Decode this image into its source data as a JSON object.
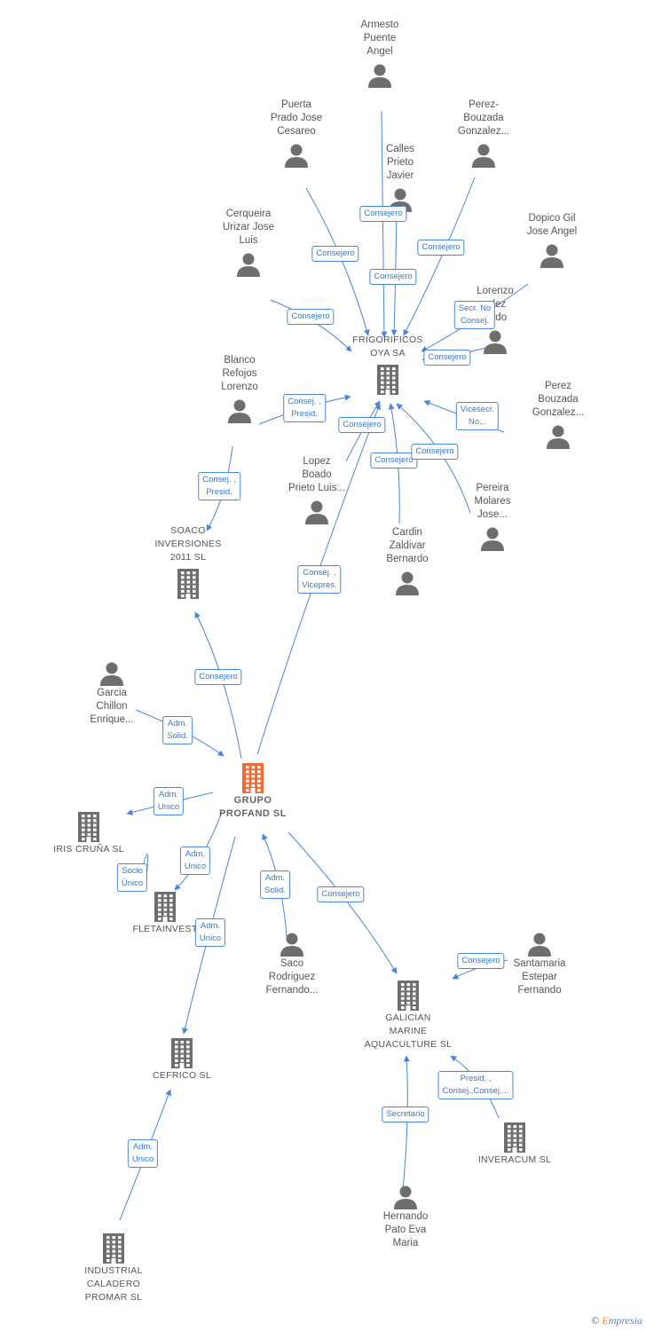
{
  "colors": {
    "edge": "#4a86d6",
    "person": "#6e6e6e",
    "company": "#6e6e6e",
    "main_company": "#f06a35"
  },
  "nodes": [
    {
      "id": "grupo",
      "type": "main",
      "label": "GRUPO\nPROFAND SL",
      "icon": "building-icon"
    },
    {
      "id": "frigo",
      "type": "company",
      "label": "FRIGORIFICOS\nOYA SA",
      "icon": "building-icon"
    },
    {
      "id": "soaco",
      "type": "company",
      "label": "SOACO\nINVERSIONES\n2011 SL",
      "icon": "building-icon"
    },
    {
      "id": "iris",
      "type": "company",
      "label": "IRIS CRUÑA SL",
      "icon": "building-icon"
    },
    {
      "id": "fleta",
      "type": "company",
      "label": "FLETAINVEST",
      "icon": "building-icon"
    },
    {
      "id": "cefrico",
      "type": "company",
      "label": "CEFRICO  SL",
      "icon": "building-icon"
    },
    {
      "id": "industrial",
      "type": "company",
      "label": "INDUSTRIAL\nCALADERO\nPROMAR SL",
      "icon": "building-icon"
    },
    {
      "id": "galician",
      "type": "company",
      "label": "GALICIAN\nMARINE\nAQUACULTURE SL",
      "icon": "building-icon"
    },
    {
      "id": "inveracum",
      "type": "company",
      "label": "INVERACUM SL",
      "icon": "building-icon"
    },
    {
      "id": "armesto",
      "type": "person",
      "label": "Armesto\nPuente\nAngel",
      "icon": "person-icon"
    },
    {
      "id": "puerta",
      "type": "person",
      "label": "Puerta\nPrado Jose\nCesareo",
      "icon": "person-icon"
    },
    {
      "id": "calles",
      "type": "person",
      "label": "Calles\nPrieto\nJavier",
      "icon": "person-icon"
    },
    {
      "id": "perezb1",
      "type": "person",
      "label": "Perez-\nBouzada\nGonzalez...",
      "icon": "person-icon"
    },
    {
      "id": "cerqueira",
      "type": "person",
      "label": "Cerqueira\nUrizar Jose\nLuis",
      "icon": "person-icon"
    },
    {
      "id": "dopico",
      "type": "person",
      "label": "Dopico Gil\nJose Angel",
      "icon": "person-icon"
    },
    {
      "id": "lorenzo",
      "type": "person",
      "label": "Lorenzo\n...lez\n...rdo",
      "icon": "person-icon"
    },
    {
      "id": "blanco",
      "type": "person",
      "label": "Blanco\nRefojos\nLorenzo",
      "icon": "person-icon"
    },
    {
      "id": "perezb2",
      "type": "person",
      "label": "Perez\nBouzada\nGonzalez...",
      "icon": "person-icon"
    },
    {
      "id": "lopez",
      "type": "person",
      "label": "Lopez\nBoado\nPrieto Luis...",
      "icon": "person-icon"
    },
    {
      "id": "pereira",
      "type": "person",
      "label": "Pereira\nMolares\nJose...",
      "icon": "person-icon"
    },
    {
      "id": "cardin",
      "type": "person",
      "label": "Cardin\nZaldivar\nBernardo",
      "icon": "person-icon"
    },
    {
      "id": "garcia",
      "type": "person",
      "label": "Garcia\nChillon\nEnrique...",
      "icon": "person-icon"
    },
    {
      "id": "saco",
      "type": "person",
      "label": "Saco\nRodriguez\nFernando...",
      "icon": "person-icon"
    },
    {
      "id": "santamaria",
      "type": "person",
      "label": "Santamaria\nEstepar\nFernando",
      "icon": "person-icon"
    },
    {
      "id": "hernando",
      "type": "person",
      "label": "Hernando\nPato Eva\nMaria",
      "icon": "person-icon"
    }
  ],
  "edges": [
    {
      "label": "Consejero"
    },
    {
      "label": "Consejero"
    },
    {
      "label": "Consejero"
    },
    {
      "label": "Consejero"
    },
    {
      "label": "Consejero"
    },
    {
      "label": "Secr.  No\nConsej."
    },
    {
      "label": "Consejero"
    },
    {
      "label": "Consej. ,\nPresid."
    },
    {
      "label": "Vicesecr.\nNo..."
    },
    {
      "label": "Consejero"
    },
    {
      "label": "Consejero"
    },
    {
      "label": "Consejero"
    },
    {
      "label": "Consej. ,\nPresid."
    },
    {
      "label": "Consej. ,\nVicepres."
    },
    {
      "label": "Consejero"
    },
    {
      "label": "Adm.\nSolid."
    },
    {
      "label": "Adm.\nUnico"
    },
    {
      "label": "Socio\nÚnico"
    },
    {
      "label": "Adm.\nUnico"
    },
    {
      "label": "Adm.\nUnico"
    },
    {
      "label": "Adm.\nSolid."
    },
    {
      "label": "Consejero"
    },
    {
      "label": "Adm.\nUnico"
    },
    {
      "label": "Consejero"
    },
    {
      "label": "Secretario"
    },
    {
      "label": "Presid. ,\nConsej.,Consej...."
    }
  ],
  "footer": {
    "copyright": "©",
    "brand_first": "E",
    "brand_rest": "mpresia"
  }
}
